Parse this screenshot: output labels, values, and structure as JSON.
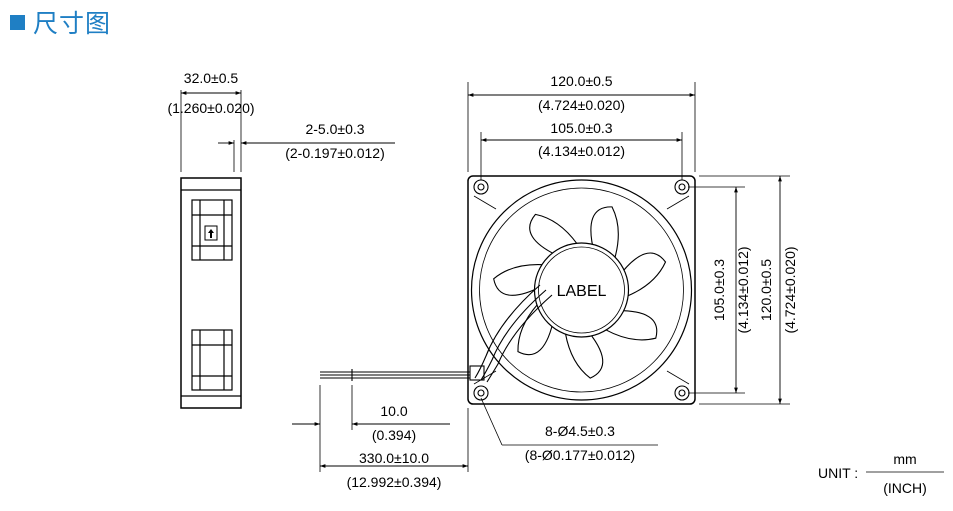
{
  "header": {
    "title": "尺寸图",
    "accent_color": "#1f7fc4",
    "marker_icon": "square-icon"
  },
  "side_view": {
    "thickness_mm": "32.0±0.5",
    "thickness_in": "(1.260±0.020)",
    "flange_mm": "2-5.0±0.3",
    "flange_in": "(2-0.197±0.012)"
  },
  "front_view": {
    "width_mm": "120.0±0.5",
    "width_in": "(4.724±0.020)",
    "hole_pitch_mm": "105.0±0.3",
    "hole_pitch_in": "(4.134±0.012)",
    "label_text": "LABEL",
    "vertical_pitch_mm": "105.0±0.3",
    "vertical_pitch_in": "(4.134±0.012)",
    "height_mm": "120.0±0.5",
    "height_in": "(4.724±0.020)",
    "holes_mm": "8-Ø4.5±0.3",
    "holes_in": "(8-Ø0.177±0.012)"
  },
  "lead_wire": {
    "strip_mm": "10.0",
    "strip_in": "(0.394)",
    "length_mm": "330.0±10.0",
    "length_in": "(12.992±0.394)"
  },
  "unit_legend": {
    "prefix": "UNIT :",
    "numerator": "mm",
    "denominator": "(INCH)"
  }
}
